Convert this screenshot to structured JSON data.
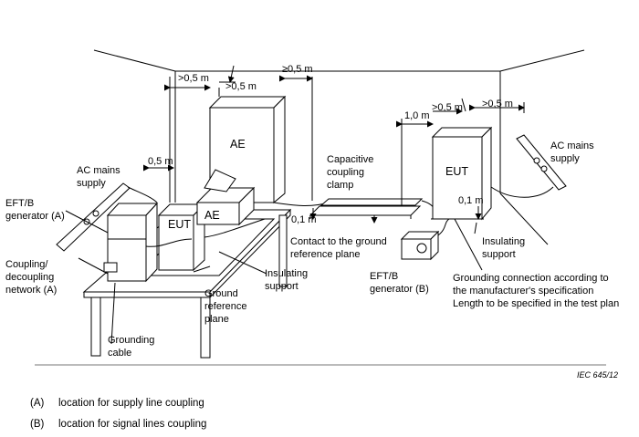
{
  "labels": {
    "ae_cabinet": "AE",
    "ae_box": "AE",
    "eut_table": "EUT",
    "eut_floor": "EUT",
    "dist_ae_left": ">0,5 m",
    "dist_ae_right": ">0,5 m",
    "dist_ae_clamp": "≥0,5 m",
    "dist_mains": "0,5 m",
    "dist_clamp_height": "0,1 m",
    "dist_eut_clamp": "1,0 m",
    "dist_eut_top_left": ">0,5 m",
    "dist_eut_top_right": ">0,5 m",
    "dist_eut_height": "0,1 m",
    "capacitive_clamp": [
      "Capacitive",
      "coupling",
      "clamp"
    ],
    "contact_ground": [
      "Contact to the ground",
      "reference plane"
    ],
    "ac_mains_left": [
      "AC mains",
      "supply"
    ],
    "ac_mains_right": [
      "AC mains",
      "supply"
    ],
    "eftb_gen_a": [
      "EFT/B",
      "generator (A)"
    ],
    "eftb_gen_b": [
      "EFT/B",
      "generator (B)"
    ],
    "coupling_network": [
      "Coupling/",
      "decoupling",
      "network (A)"
    ],
    "insulating_support_table": [
      "Insulating",
      "support"
    ],
    "insulating_support_floor": [
      "Insulating",
      "support"
    ],
    "ground_plane": [
      "Ground",
      "reference",
      "plane"
    ],
    "grounding_cable": [
      "Grounding",
      "cable"
    ],
    "grounding_connection": [
      "Grounding connection according to",
      "the manufacturer's specification",
      "Length to be specified in the test plan"
    ],
    "figure_ref": "IEC   645/12"
  },
  "legend": [
    {
      "code": "(A)",
      "text": "location for supply line coupling"
    },
    {
      "code": "(B)",
      "text": "location for signal lines coupling"
    }
  ]
}
